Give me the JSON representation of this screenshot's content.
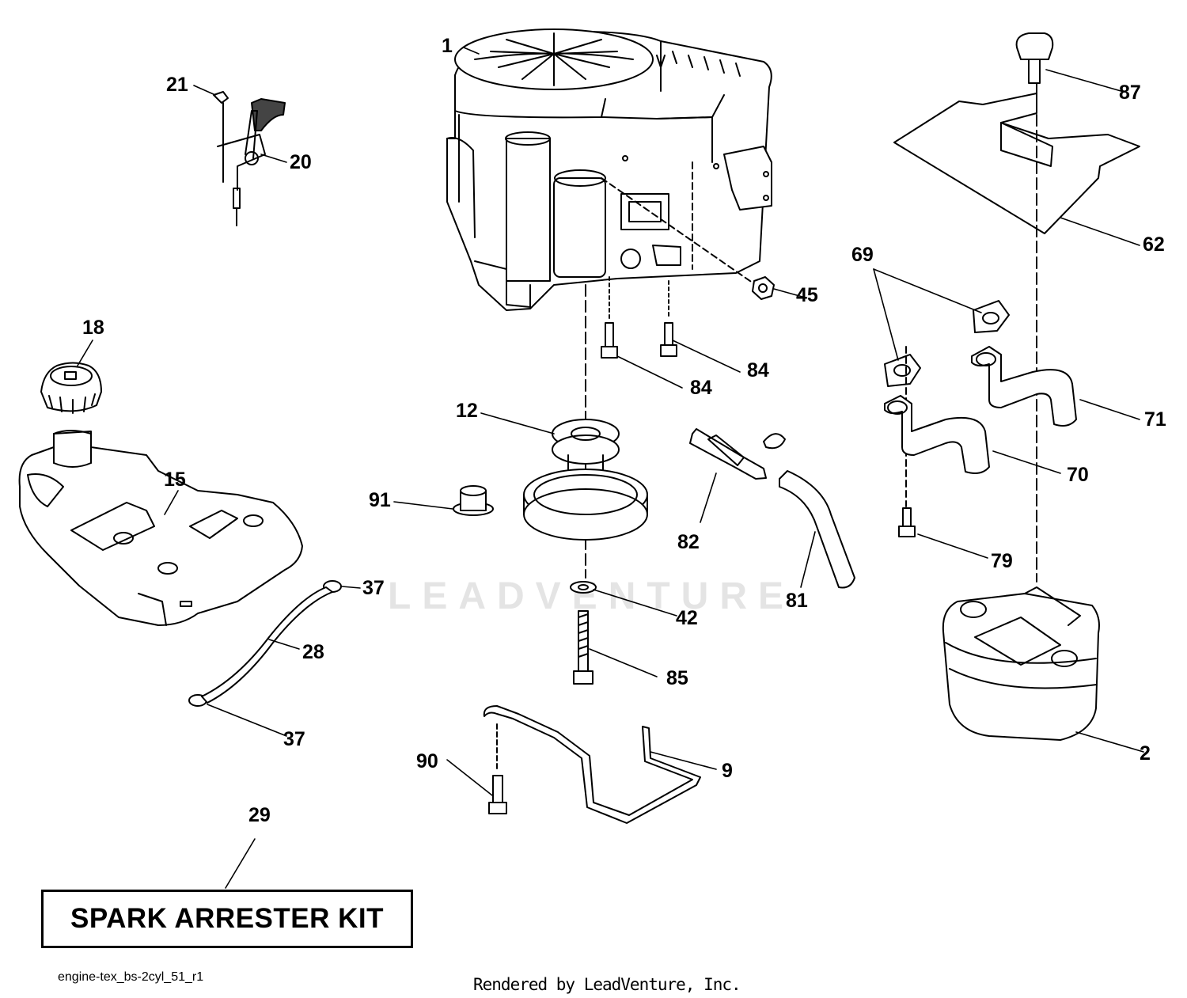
{
  "callouts": [
    {
      "id": "1",
      "label": "1"
    },
    {
      "id": "2",
      "label": "2"
    },
    {
      "id": "9",
      "label": "9"
    },
    {
      "id": "12",
      "label": "12"
    },
    {
      "id": "15",
      "label": "15"
    },
    {
      "id": "18",
      "label": "18"
    },
    {
      "id": "20",
      "label": "20"
    },
    {
      "id": "21",
      "label": "21"
    },
    {
      "id": "28",
      "label": "28"
    },
    {
      "id": "29",
      "label": "29"
    },
    {
      "id": "37a",
      "label": "37"
    },
    {
      "id": "37b",
      "label": "37"
    },
    {
      "id": "42",
      "label": "42"
    },
    {
      "id": "45",
      "label": "45"
    },
    {
      "id": "62",
      "label": "62"
    },
    {
      "id": "69",
      "label": "69"
    },
    {
      "id": "70",
      "label": "70"
    },
    {
      "id": "71",
      "label": "71"
    },
    {
      "id": "79",
      "label": "79"
    },
    {
      "id": "81",
      "label": "81"
    },
    {
      "id": "82",
      "label": "82"
    },
    {
      "id": "84a",
      "label": "84"
    },
    {
      "id": "84b",
      "label": "84"
    },
    {
      "id": "85",
      "label": "85"
    },
    {
      "id": "87",
      "label": "87"
    },
    {
      "id": "90",
      "label": "90"
    },
    {
      "id": "91",
      "label": "91"
    }
  ],
  "kit_label": "SPARK ARRESTER KIT",
  "diagram_code": "engine-tex_bs-2cyl_51_r1",
  "credit": "Rendered by LeadVenture, Inc.",
  "watermark": "LEADVENTURE"
}
